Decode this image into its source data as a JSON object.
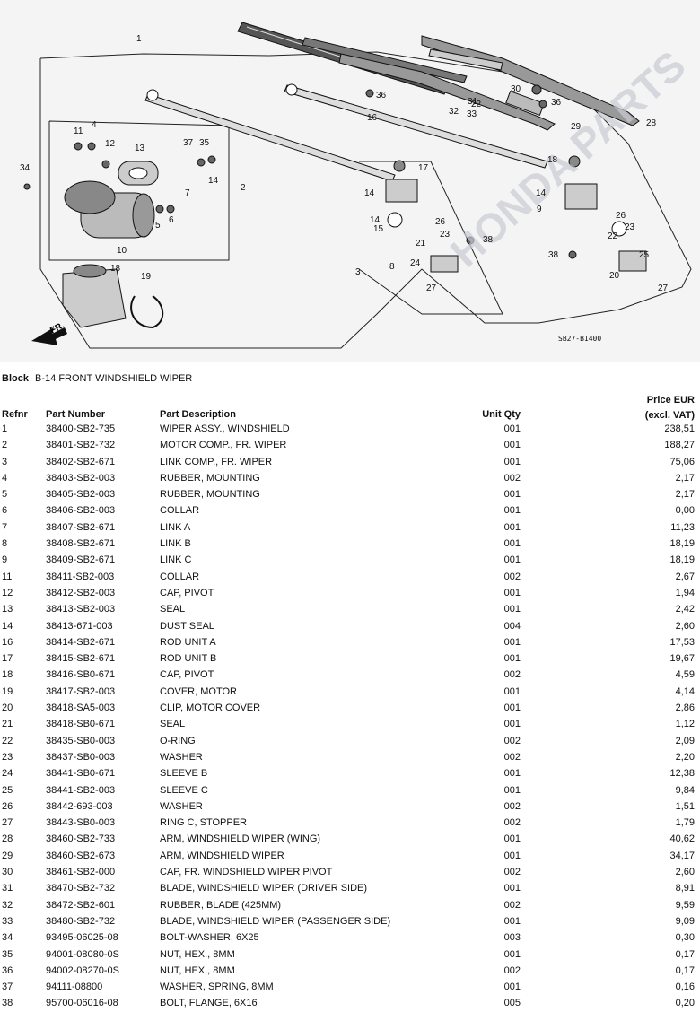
{
  "diagram": {
    "code": "SB27-B1400",
    "direction_label": "FR.",
    "callouts": [
      "1",
      "2",
      "3",
      "4",
      "5",
      "6",
      "7",
      "8",
      "9",
      "10",
      "11",
      "12",
      "13",
      "14",
      "14",
      "14",
      "14",
      "15",
      "16",
      "17",
      "18",
      "18",
      "19",
      "20",
      "21",
      "22",
      "22",
      "23",
      "23",
      "24",
      "25",
      "26",
      "26",
      "27",
      "27",
      "28",
      "29",
      "30",
      "31",
      "32",
      "33",
      "34",
      "35",
      "36",
      "36",
      "37",
      "38",
      "38"
    ],
    "watermark": "HONDA PARTS"
  },
  "block": {
    "label": "Block",
    "title": "B-14 FRONT WINDSHIELD WIPER"
  },
  "columns": {
    "refnr": "Refnr",
    "part_number": "Part Number",
    "part_description": "Part Description",
    "unit_qty": "Unit Qty",
    "price_line1": "Price EUR",
    "price_line2": "(excl. VAT)"
  },
  "parts": [
    {
      "ref": "1",
      "part": "38400-SB2-735",
      "desc": "WIPER ASSY., WINDSHIELD",
      "qty": "001",
      "price": "238,51"
    },
    {
      "ref": "2",
      "part": "38401-SB2-732",
      "desc": "MOTOR COMP., FR. WIPER",
      "qty": "001",
      "price": "188,27"
    },
    {
      "ref": "3",
      "part": "38402-SB2-671",
      "desc": "LINK COMP., FR. WIPER",
      "qty": "001",
      "price": "75,06"
    },
    {
      "ref": "4",
      "part": "38403-SB2-003",
      "desc": "RUBBER, MOUNTING",
      "qty": "002",
      "price": "2,17"
    },
    {
      "ref": "5",
      "part": "38405-SB2-003",
      "desc": "RUBBER, MOUNTING",
      "qty": "001",
      "price": "2,17"
    },
    {
      "ref": "6",
      "part": "38406-SB2-003",
      "desc": "COLLAR",
      "qty": "001",
      "price": "0,00"
    },
    {
      "ref": "7",
      "part": "38407-SB2-671",
      "desc": "LINK A",
      "qty": "001",
      "price": "11,23"
    },
    {
      "ref": "8",
      "part": "38408-SB2-671",
      "desc": "LINK B",
      "qty": "001",
      "price": "18,19"
    },
    {
      "ref": "9",
      "part": "38409-SB2-671",
      "desc": "LINK C",
      "qty": "001",
      "price": "18,19"
    },
    {
      "ref": "11",
      "part": "38411-SB2-003",
      "desc": "COLLAR",
      "qty": "002",
      "price": "2,67"
    },
    {
      "ref": "12",
      "part": "38412-SB2-003",
      "desc": "CAP, PIVOT",
      "qty": "001",
      "price": "1,94"
    },
    {
      "ref": "13",
      "part": "38413-SB2-003",
      "desc": "SEAL",
      "qty": "001",
      "price": "2,42"
    },
    {
      "ref": "14",
      "part": "38413-671-003",
      "desc": "DUST SEAL",
      "qty": "004",
      "price": "2,60"
    },
    {
      "ref": "16",
      "part": "38414-SB2-671",
      "desc": "ROD UNIT A",
      "qty": "001",
      "price": "17,53"
    },
    {
      "ref": "17",
      "part": "38415-SB2-671",
      "desc": "ROD UNIT B",
      "qty": "001",
      "price": "19,67"
    },
    {
      "ref": "18",
      "part": "38416-SB0-671",
      "desc": "CAP, PIVOT",
      "qty": "002",
      "price": "4,59"
    },
    {
      "ref": "19",
      "part": "38417-SB2-003",
      "desc": "COVER, MOTOR",
      "qty": "001",
      "price": "4,14"
    },
    {
      "ref": "20",
      "part": "38418-SA5-003",
      "desc": "CLIP, MOTOR COVER",
      "qty": "001",
      "price": "2,86"
    },
    {
      "ref": "21",
      "part": "38418-SB0-671",
      "desc": "SEAL",
      "qty": "001",
      "price": "1,12"
    },
    {
      "ref": "22",
      "part": "38435-SB0-003",
      "desc": "O-RING",
      "qty": "002",
      "price": "2,09"
    },
    {
      "ref": "23",
      "part": "38437-SB0-003",
      "desc": "WASHER",
      "qty": "002",
      "price": "2,20"
    },
    {
      "ref": "24",
      "part": "38441-SB0-671",
      "desc": "SLEEVE B",
      "qty": "001",
      "price": "12,38"
    },
    {
      "ref": "25",
      "part": "38441-SB2-003",
      "desc": "SLEEVE C",
      "qty": "001",
      "price": "9,84"
    },
    {
      "ref": "26",
      "part": "38442-693-003",
      "desc": "WASHER",
      "qty": "002",
      "price": "1,51"
    },
    {
      "ref": "27",
      "part": "38443-SB0-003",
      "desc": "RING C, STOPPER",
      "qty": "002",
      "price": "1,79"
    },
    {
      "ref": "28",
      "part": "38460-SB2-733",
      "desc": "ARM, WINDSHIELD WIPER (WING)",
      "qty": "001",
      "price": "40,62"
    },
    {
      "ref": "29",
      "part": "38460-SB2-673",
      "desc": "ARM, WINDSHIELD WIPER",
      "qty": "001",
      "price": "34,17"
    },
    {
      "ref": "30",
      "part": "38461-SB2-000",
      "desc": "CAP, FR. WINDSHIELD WIPER PIVOT",
      "qty": "002",
      "price": "2,60"
    },
    {
      "ref": "31",
      "part": "38470-SB2-732",
      "desc": "BLADE, WINDSHIELD WIPER (DRIVER SIDE)",
      "qty": "001",
      "price": "8,91"
    },
    {
      "ref": "32",
      "part": "38472-SB2-601",
      "desc": "RUBBER, BLADE (425MM)",
      "qty": "002",
      "price": "9,59"
    },
    {
      "ref": "33",
      "part": "38480-SB2-732",
      "desc": "BLADE, WINDSHIELD WIPER (PASSENGER SIDE)",
      "qty": "001",
      "price": "9,09"
    },
    {
      "ref": "34",
      "part": "93495-06025-08",
      "desc": "BOLT-WASHER, 6X25",
      "qty": "003",
      "price": "0,30"
    },
    {
      "ref": "35",
      "part": "94001-08080-0S",
      "desc": "NUT, HEX., 8MM",
      "qty": "001",
      "price": "0,17"
    },
    {
      "ref": "36",
      "part": "94002-08270-0S",
      "desc": "NUT, HEX., 8MM",
      "qty": "002",
      "price": "0,17"
    },
    {
      "ref": "37",
      "part": "94111-08800",
      "desc": "WASHER, SPRING, 8MM",
      "qty": "001",
      "price": "0,16"
    },
    {
      "ref": "38",
      "part": "95700-06016-08",
      "desc": "BOLT, FLANGE, 6X16",
      "qty": "005",
      "price": "0,20"
    }
  ]
}
